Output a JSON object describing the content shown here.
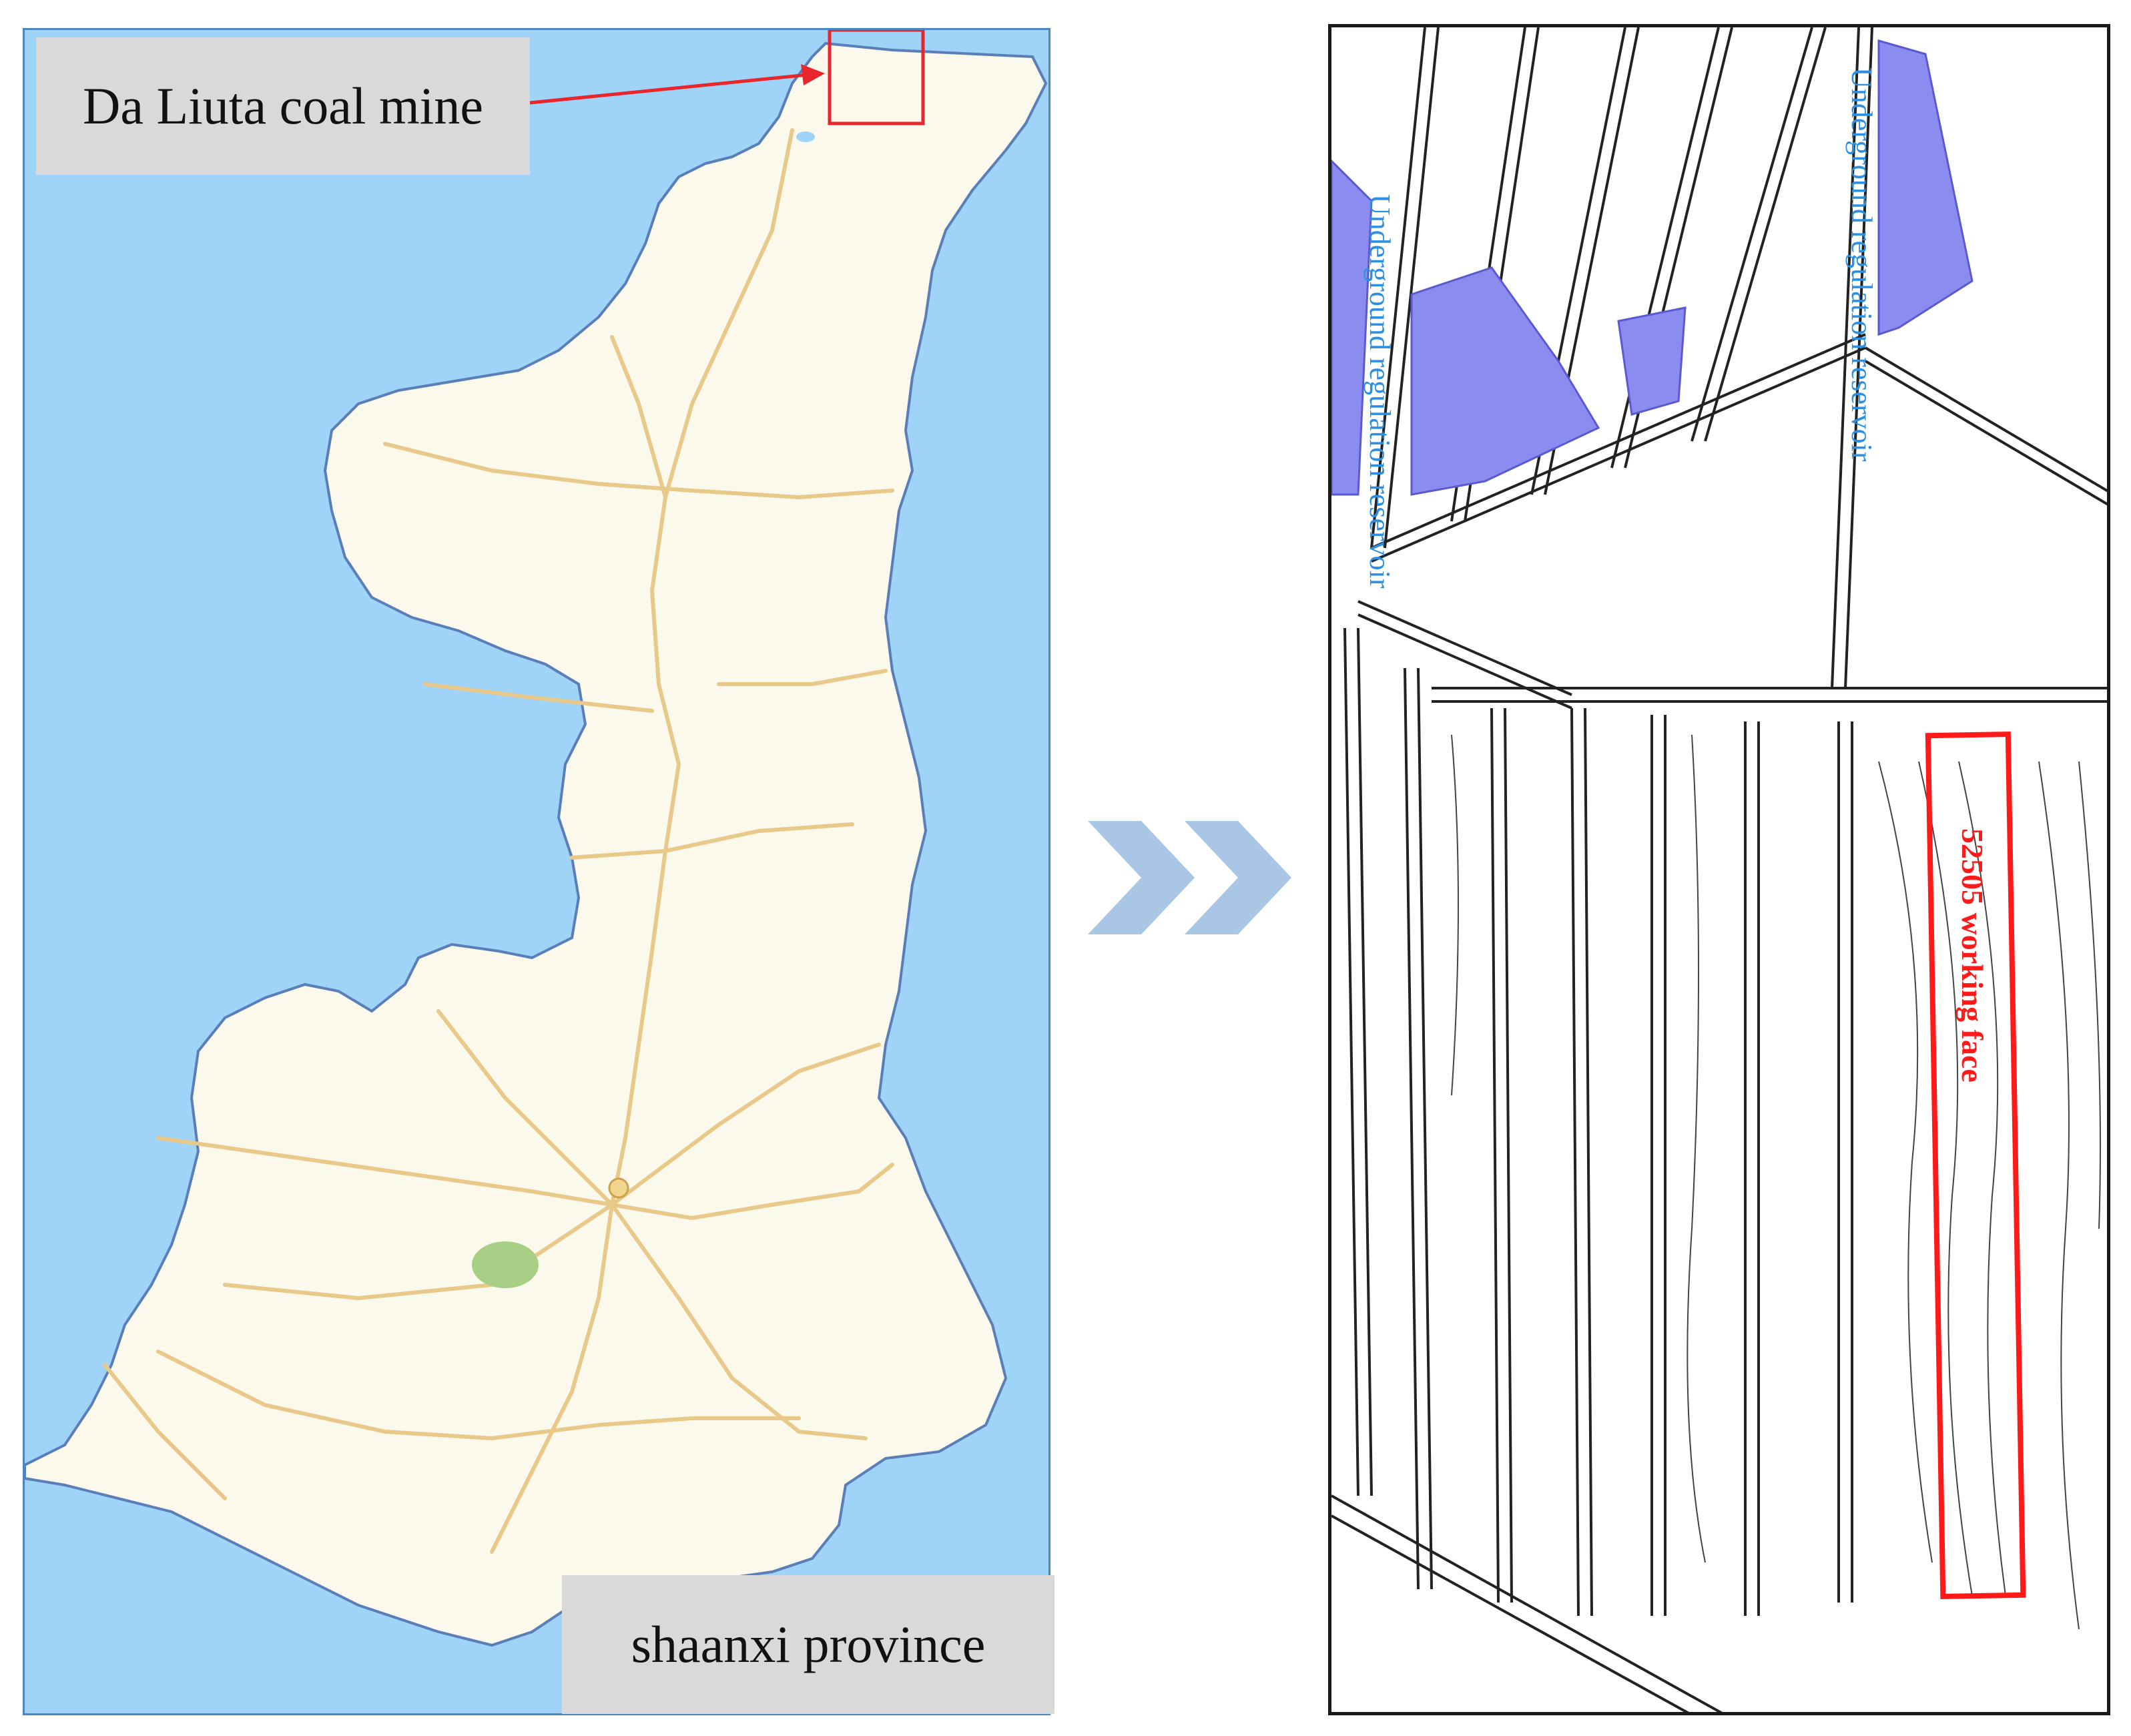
{
  "map": {
    "mine_label": "Da Liuta coal mine",
    "province_label": "shaanxi province",
    "colors": {
      "water": "#9fd3f8",
      "land": "#fbf8ec",
      "border": "#4a86c4",
      "highlight": "#e8262b",
      "roads": "#e9c98a"
    }
  },
  "transition": {
    "icon": "double-chevron-right-icon",
    "color": "#a9c6e4"
  },
  "plan": {
    "reservoir_label_left": "Underground regulation reservoir",
    "reservoir_label_right": "Underground regulation reservoir",
    "working_face_label": "52505 working face",
    "colors": {
      "reservoir_fill": "#8a8cf0",
      "reservoir_text": "#2b8fe3",
      "working_face": "#ff1a1a",
      "lines": "#222222"
    }
  }
}
